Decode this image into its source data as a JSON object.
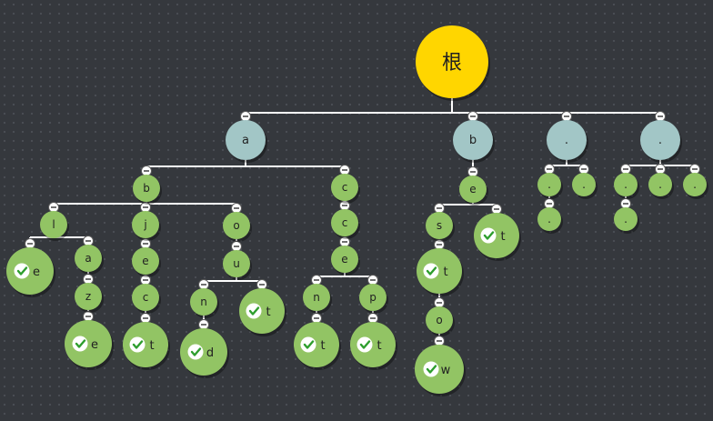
{
  "root": {
    "label": "根",
    "color": "#ffd600"
  },
  "colors": {
    "branch": "#a2c6c6",
    "letter": "#92c464",
    "terminal": "#92c464",
    "check": "#2e9e2e"
  },
  "nodes": {
    "a": "a",
    "b": "b",
    "c1": "c",
    "l": "l",
    "e1": "e",
    "a2": "a",
    "z": "z",
    "e2": "e",
    "j": "j",
    "e3": "e",
    "c2": "c",
    "t1": "t",
    "o": "o",
    "u": "u",
    "n1": "n",
    "d": "d",
    "t2": "t",
    "c3": "c",
    "c4": "c",
    "e4": "e",
    "n2": "n",
    "t3": "t",
    "p": "p",
    "t4": "t",
    "bb": "b",
    "be": "e",
    "s": "s",
    "t5": "t",
    "o2": "o",
    "w": "w",
    "t6": "t",
    "dot1": ".",
    "dot1a": ".",
    "dot1b": ".",
    "dot1c": ".",
    "dot2": ".",
    "dot2a": ".",
    "dot2b": ".",
    "dot2c": ".",
    "dot2d": "."
  }
}
